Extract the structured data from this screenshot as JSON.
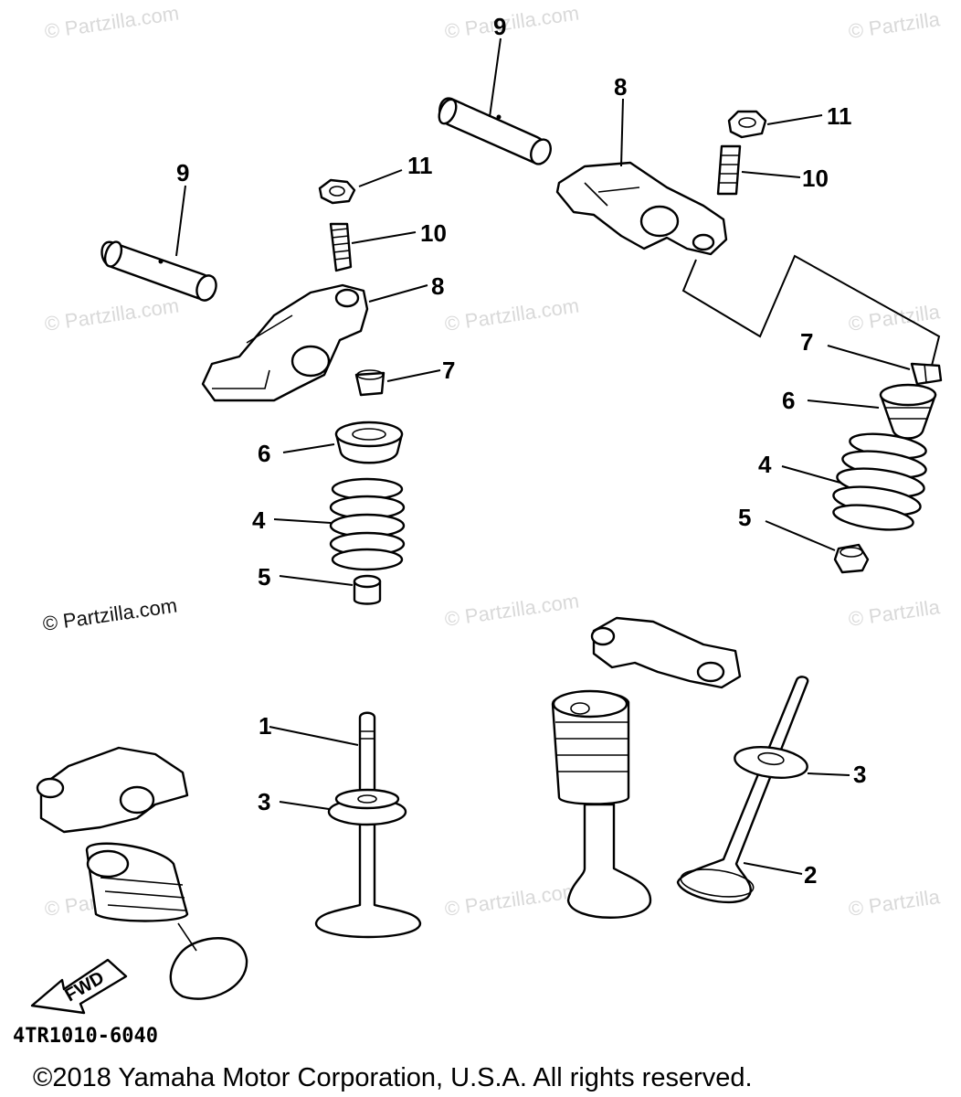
{
  "diagram": {
    "callouts": {
      "c1": "1",
      "c2": "2",
      "c3a": "3",
      "c3b": "3",
      "c4a": "4",
      "c4b": "4",
      "c5a": "5",
      "c5b": "5",
      "c6a": "6",
      "c6b": "6",
      "c7a": "7",
      "c7b": "7",
      "c8a": "8",
      "c8b": "8",
      "c9a": "9",
      "c9b": "9",
      "c10a": "10",
      "c10b": "10",
      "c11a": "11",
      "c11b": "11"
    },
    "fwd_label": "FWD",
    "diagram_code": "4TR1010-6040"
  },
  "watermark": {
    "text": "© Partzilla.com",
    "short_text": "© Partzilla"
  },
  "footer": {
    "copyright": "©2018 Yamaha Motor Corporation, U.S.A. All rights reserved."
  }
}
